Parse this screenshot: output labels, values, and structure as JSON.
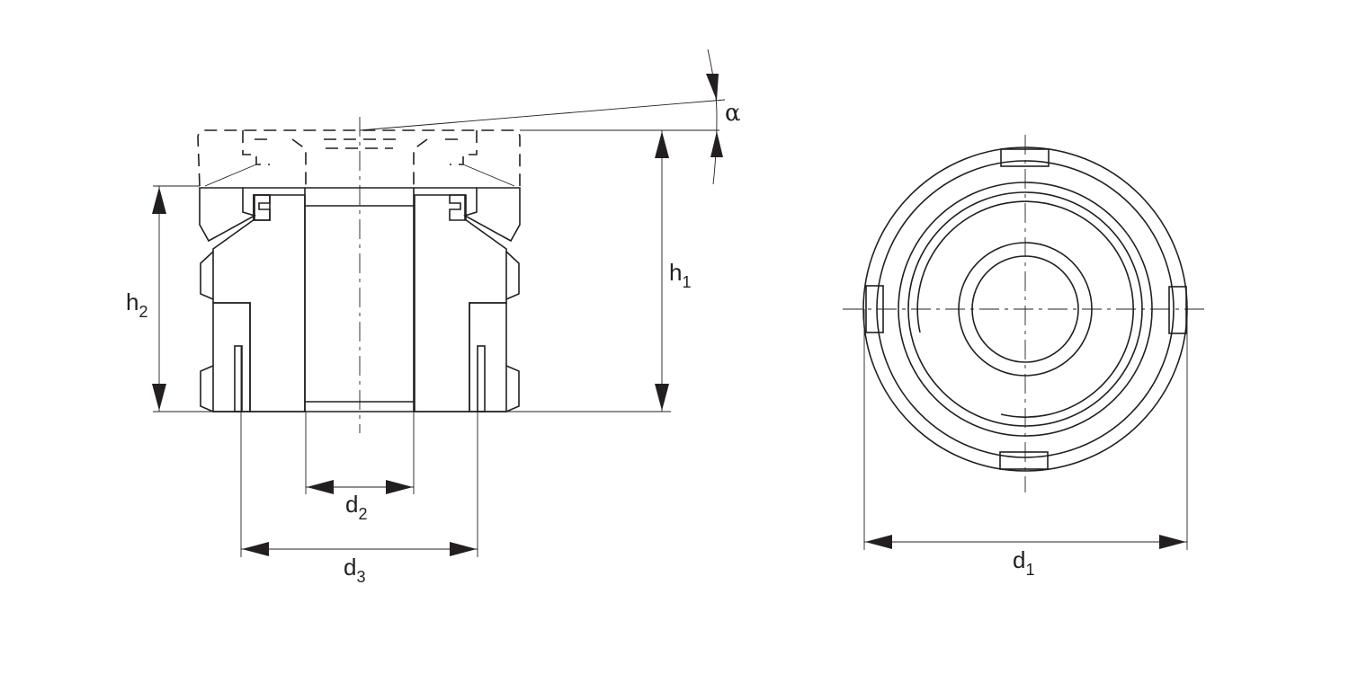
{
  "drawing": {
    "line_color": "#231f20",
    "dimensions": {
      "h1": {
        "main": "h",
        "sub": "1"
      },
      "h2": {
        "main": "h",
        "sub": "2"
      },
      "d1": {
        "main": "d",
        "sub": "1"
      },
      "d2": {
        "main": "d",
        "sub": "2"
      },
      "d3": {
        "main": "d",
        "sub": "3"
      },
      "alpha": "α"
    }
  }
}
